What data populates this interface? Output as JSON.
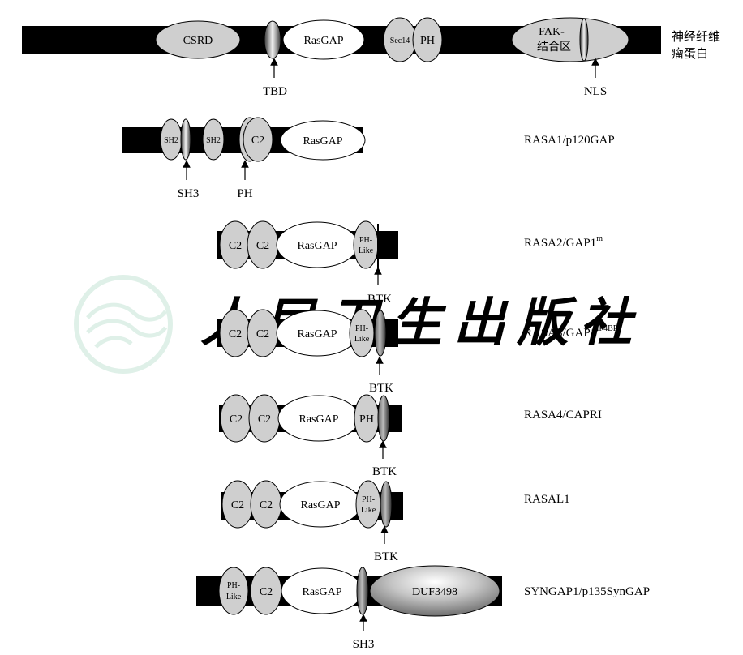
{
  "colors": {
    "backbone": "#000000",
    "domain_gray": "#cfcfcf",
    "domain_white": "#ffffff",
    "watermark": "#e6e6e6"
  },
  "watermark": {
    "text": "人民卫生出版社",
    "icon": "publisher-logo-icon"
  },
  "rows": [
    {
      "id": "nf1",
      "protein": "神经纤维瘤蛋白",
      "protein_lines": [
        "神经纤维",
        "瘤蛋白"
      ],
      "domains": [
        {
          "label": "CSRD",
          "fill": "gray"
        },
        {
          "label": "TBD",
          "fill": "gradient"
        },
        {
          "label": "RasGAP",
          "fill": "white"
        },
        {
          "label": "Sec14",
          "fill": "gray"
        },
        {
          "label": "PH",
          "fill": "gray"
        },
        {
          "label": "FAK-结合区",
          "lines": [
            "FAK-",
            "结合区"
          ],
          "fill": "gray"
        },
        {
          "label": "NLS",
          "fill": "gradient"
        }
      ],
      "arrows": [
        "TBD",
        "NLS"
      ]
    },
    {
      "id": "rasa1",
      "protein": "RASA1/p120GAP",
      "domains": [
        {
          "label": "SH2",
          "fill": "gray"
        },
        {
          "label": "SH3",
          "fill": "gradient"
        },
        {
          "label": "SH2",
          "fill": "gray"
        },
        {
          "label": "PH",
          "fill": "gray"
        },
        {
          "label": "C2",
          "fill": "gray"
        },
        {
          "label": "RasGAP",
          "fill": "white"
        }
      ],
      "arrows": [
        "SH3",
        "PH"
      ]
    },
    {
      "id": "rasa2",
      "protein": "RASA2/GAP1",
      "protein_sup": "m",
      "domains": [
        {
          "label": "C2",
          "fill": "gray"
        },
        {
          "label": "C2",
          "fill": "gray"
        },
        {
          "label": "RasGAP",
          "fill": "white"
        },
        {
          "label": "PH-Like",
          "lines": [
            "PH-",
            "Like"
          ],
          "fill": "gray"
        },
        {
          "label": "BTK",
          "fill": "line"
        }
      ],
      "arrows": [
        "BTK"
      ]
    },
    {
      "id": "rasa3",
      "protein": "RASA3/GAP1",
      "protein_sup": "IP4BP",
      "domains": [
        {
          "label": "C2",
          "fill": "gray"
        },
        {
          "label": "C2",
          "fill": "gray"
        },
        {
          "label": "RasGAP",
          "fill": "white"
        },
        {
          "label": "PH-Like",
          "lines": [
            "PH-",
            "Like"
          ],
          "fill": "gray"
        },
        {
          "label": "BTK",
          "fill": "gradient"
        }
      ],
      "arrows": [
        "BTK"
      ]
    },
    {
      "id": "rasa4",
      "protein": "RASA4/CAPRI",
      "domains": [
        {
          "label": "C2",
          "fill": "gray"
        },
        {
          "label": "C2",
          "fill": "gray"
        },
        {
          "label": "RasGAP",
          "fill": "white"
        },
        {
          "label": "PH",
          "fill": "gray"
        },
        {
          "label": "BTK",
          "fill": "gradient"
        }
      ],
      "arrows": [
        "BTK"
      ]
    },
    {
      "id": "rasal1",
      "protein": "RASAL1",
      "domains": [
        {
          "label": "C2",
          "fill": "gray"
        },
        {
          "label": "C2",
          "fill": "gray"
        },
        {
          "label": "RasGAP",
          "fill": "white"
        },
        {
          "label": "PH-Like",
          "lines": [
            "PH-",
            "Like"
          ],
          "fill": "gray"
        },
        {
          "label": "BTK",
          "fill": "gradient"
        }
      ],
      "arrows": [
        "BTK"
      ]
    },
    {
      "id": "syngap1",
      "protein": "SYNGAP1/p135SynGAP",
      "domains": [
        {
          "label": "PH-Like",
          "lines": [
            "PH-",
            "Like"
          ],
          "fill": "gray"
        },
        {
          "label": "C2",
          "fill": "gray"
        },
        {
          "label": "RasGAP",
          "fill": "white"
        },
        {
          "label": "SH3",
          "fill": "gradient"
        },
        {
          "label": "DUF3498",
          "fill": "gradient"
        }
      ],
      "arrows": [
        "SH3"
      ]
    }
  ]
}
